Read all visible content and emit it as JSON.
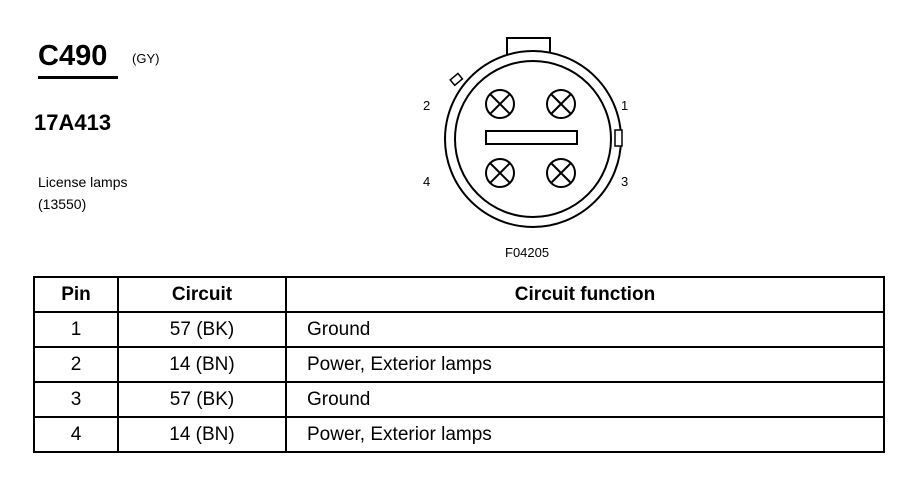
{
  "connector": {
    "id": "C490",
    "color": "(GY)",
    "part_number": "17A413",
    "component_name": "License lamps",
    "component_code": "(13550)"
  },
  "figure": {
    "code": "F04205",
    "pin_labels": [
      "1",
      "2",
      "3",
      "4"
    ]
  },
  "table": {
    "headers": {
      "pin": "Pin",
      "circuit": "Circuit",
      "function": "Circuit function"
    },
    "rows": [
      {
        "pin": "1",
        "circuit": "57 (BK)",
        "function": "Ground"
      },
      {
        "pin": "2",
        "circuit": "14 (BN)",
        "function": "Power, Exterior lamps"
      },
      {
        "pin": "3",
        "circuit": "57 (BK)",
        "function": "Ground"
      },
      {
        "pin": "4",
        "circuit": "14 (BN)",
        "function": "Power, Exterior lamps"
      }
    ]
  }
}
